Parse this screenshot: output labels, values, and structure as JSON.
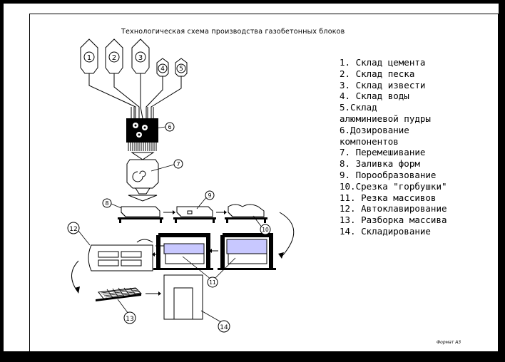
{
  "title": "Технологическая схема производства газобетонных блоков",
  "legend": [
    "1. Склад цемента",
    "2. Склад песка",
    "3. Склад извести",
    "4. Склад воды",
    "5.Склад",
    "алюминиевой пудры",
    "6.Дозирование",
    "компонентов",
    "7. Перемешивание",
    "8. Заливка форм",
    "9. Порообразование",
    "10.Срезка \"горбушки\"",
    "11. Резка массивов",
    "12. Автоклавирование",
    "13. Разборка массива",
    "14. Складирование"
  ],
  "markers": [
    "1",
    "2",
    "3",
    "4",
    "5",
    "6",
    "7",
    "8",
    "9",
    "10",
    "11",
    "12",
    "13",
    "14"
  ],
  "stamp": "Формат А3"
}
